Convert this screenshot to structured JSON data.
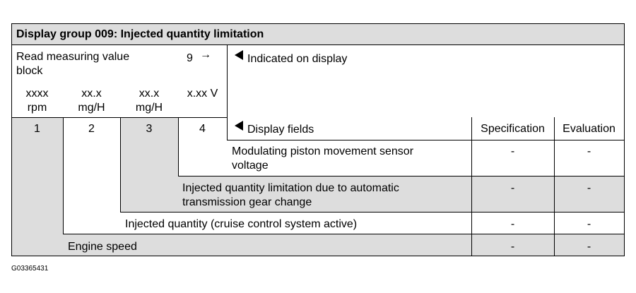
{
  "title": "Display group 009: Injected quantity limitation",
  "read_block": {
    "label": "Read measuring value block",
    "group_number": "9",
    "arrow": "→"
  },
  "indicated_on_display": "Indicated on display",
  "columns": [
    {
      "value": "xxxx",
      "unit": "rpm"
    },
    {
      "value": "xx.x",
      "unit": "mg/H"
    },
    {
      "value": "xx.x",
      "unit": "mg/H"
    },
    {
      "value": "x.xx V",
      "unit": ""
    }
  ],
  "field_numbers": [
    "1",
    "2",
    "3",
    "4"
  ],
  "headers": {
    "display_fields": "Display fields",
    "specification": "Specification",
    "evaluation": "Evaluation"
  },
  "rows": [
    {
      "label": "Modulating piston movement sensor voltage",
      "spec": "-",
      "eval": "-"
    },
    {
      "label": "Injected quantity limitation due to automatic transmission gear change",
      "spec": "-",
      "eval": "-"
    },
    {
      "label": "Injected quantity (cruise control system active)",
      "spec": "-",
      "eval": "-"
    },
    {
      "label": "Engine speed",
      "spec": "-",
      "eval": "-"
    }
  ],
  "figure_id": "G03365431"
}
